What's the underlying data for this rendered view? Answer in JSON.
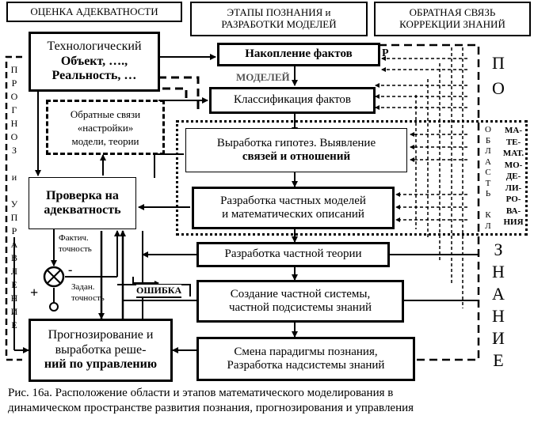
{
  "headers": {
    "adequacy": "ОЦЕНКА АДЕКВАТНОСТИ",
    "stages": "ЭТАПЫ ПОЗНАНИЯ и РАЗРАБОТКИ МОДЕЛЕЙ",
    "feedback": "ОБРАТНАЯ СВЯЗЬ КОРРЕКЦИИ ЗНАНИЙ"
  },
  "object_box": {
    "line1": "Технологический",
    "line2": "Объект, ….,",
    "line3": "Реальность, …"
  },
  "tuning_box": {
    "line1": "Обратные связи",
    "line2": "«настройки»",
    "line3": "модели, теории"
  },
  "check_box": {
    "line1": "Проверка на",
    "line2": "адекватность"
  },
  "forecast_box": {
    "line1": "Прогнозирование и",
    "line2": "выработка реше-",
    "line3": "ний по управлению"
  },
  "stages": [
    {
      "text": "Накопление фактов"
    },
    {
      "text": "Классификация фактов"
    },
    {
      "line1": "Выработка гипотез. Выявление",
      "line2": "связей и отношений"
    },
    {
      "line1": "Разработка частных моделей",
      "line2": "и математических описаний"
    },
    {
      "text": "Разработка частной теории"
    },
    {
      "line1": "Создание частной системы,",
      "line2": "частной подсистемы знаний"
    },
    {
      "line1": "Смена парадигмы познания,",
      "line2": "Разработка надсистемы знаний"
    }
  ],
  "labels": {
    "fact_accuracy_1": "Фактич.",
    "fact_accuracy_2": "точность",
    "given_accuracy_1": "Задан.",
    "given_accuracy_2": "точность",
    "error": "ОШИБКА",
    "plus": "+",
    "minus": "-",
    "p": "Р",
    "hidden_text": "МОДЕЛЕЙ"
  },
  "left_vertical": [
    "П",
    "Р",
    "О",
    "Г",
    "Н",
    "О",
    "З",
    "",
    "и",
    "",
    "У",
    "П",
    "Р",
    "А",
    "В",
    "Л",
    "Е",
    "Н",
    "И",
    "Е"
  ],
  "right_big_top": [
    "П",
    "О"
  ],
  "right_big_bottom": [
    "З",
    "Н",
    "А",
    "Н",
    "И",
    "Е"
  ],
  "field_vertical": [
    "О",
    "Б",
    "Л",
    "А",
    "С",
    "Т",
    "Ь",
    "",
    "К",
    "Л"
  ],
  "math_modeling": [
    "МА-",
    "ТЕ-",
    "МАТ.",
    "МО-",
    "ДЕ-",
    "ЛИ-",
    "РО-",
    "ВА-",
    "НИЯ"
  ],
  "caption": {
    "line1": "Рис. 16а.  Расположение области и этапов математического моделирования в",
    "line2": "динамическом пространстве развития познания, прогнозирования и управления"
  }
}
